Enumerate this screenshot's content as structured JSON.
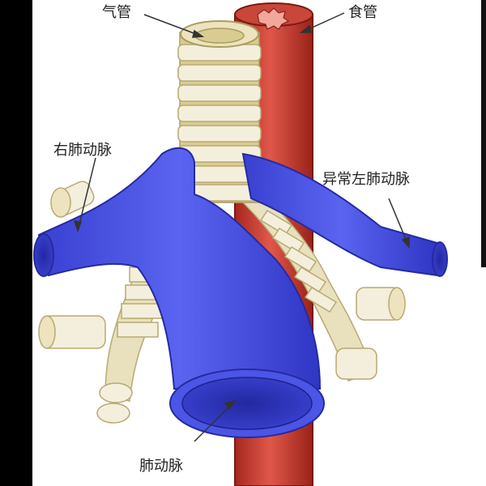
{
  "labels": {
    "trachea": "气管",
    "esophagus": "食管",
    "right_pulmonary_artery": "右肺动脉",
    "abnormal_left_pulmonary_artery": "异常左肺动脉",
    "pulmonary_artery": "肺动脉"
  },
  "colors": {
    "artery": "#4b55e6",
    "artery_dark": "#2f34b8",
    "esophagus": "#d2473a",
    "trachea_ring": "#f4eedc",
    "trachea_gap": "#d8cc92",
    "background": "#ffffff"
  }
}
